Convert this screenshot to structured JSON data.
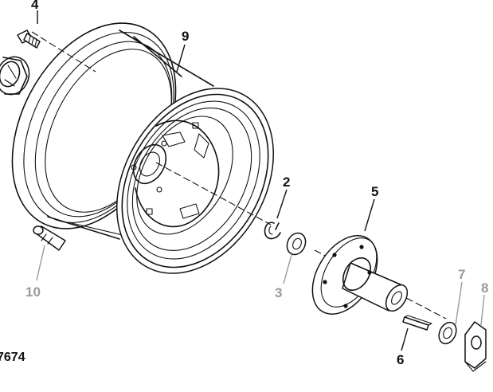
{
  "callouts": {
    "c2": "2",
    "c3": "3",
    "c4": "4",
    "c5": "5",
    "c6": "6",
    "c7": "7",
    "c8": "8",
    "c9": "9",
    "c10": "10"
  },
  "figure_code": "7674",
  "colors": {
    "line": "#111111",
    "callout_dark": "#111111",
    "callout_grey": "#9a9a9a"
  }
}
